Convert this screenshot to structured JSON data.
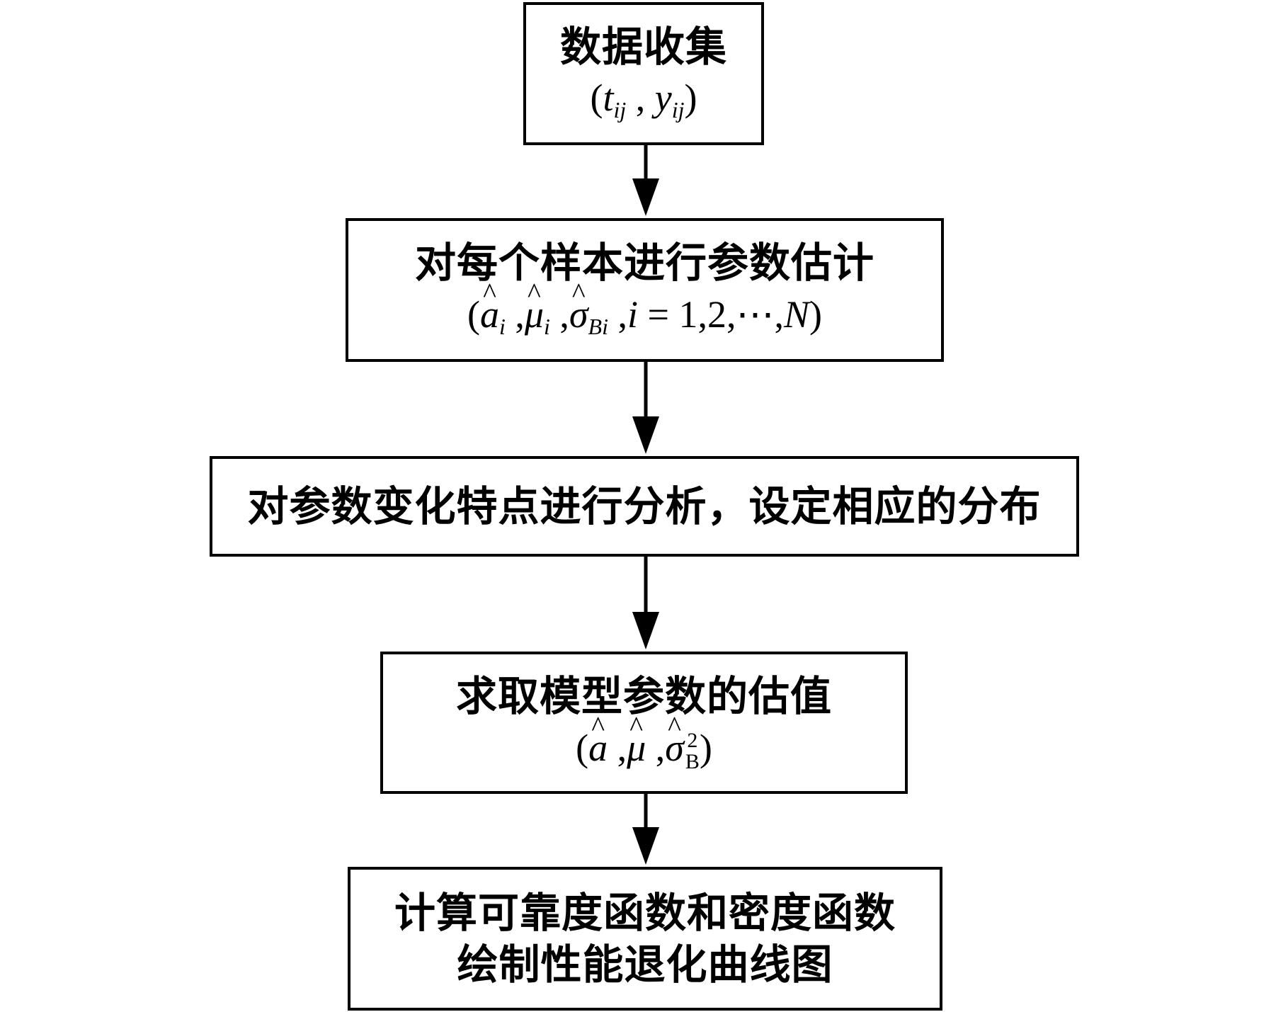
{
  "boxes": {
    "b1": {
      "line1": "数据收集",
      "line2": "(t_ij, y_ij)"
    },
    "b2": {
      "line1": "对每个样本进行参数估计",
      "line2": "(â_i, μ̂_i, σ̂_Bi, i = 1,2,…,N)"
    },
    "b3": {
      "line1": "对参数变化特点进行分析，设定相应的分布"
    },
    "b4": {
      "line1": "求取模型参数的估值",
      "line2": "(â, μ̂, σ̂²_B)"
    },
    "b5": {
      "line1": "计算可靠度函数和密度函数",
      "line2": "绘制性能退化曲线图"
    }
  },
  "colors": {
    "stroke": "#000000",
    "background": "#ffffff"
  }
}
